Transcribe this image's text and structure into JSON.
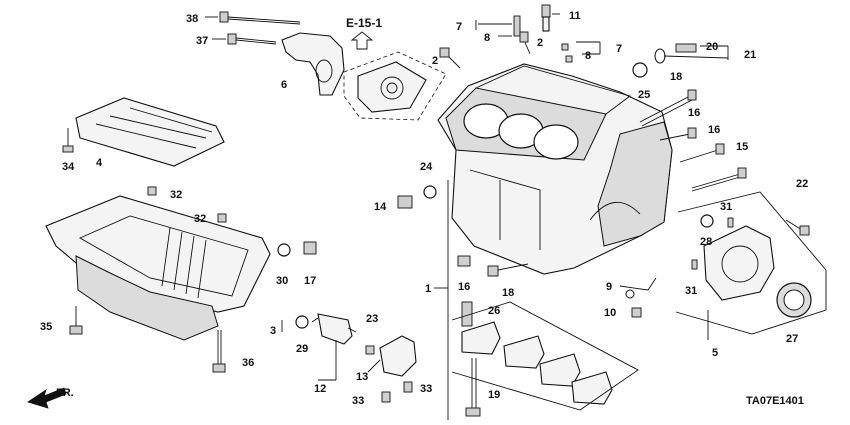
{
  "diagram": {
    "reference": "E-15-1",
    "direction_label": "FR.",
    "drawing_code": "TA07E1401",
    "part_numbers": {
      "p1": "1",
      "p2a": "2",
      "p2b": "2",
      "p3": "3",
      "p4": "4",
      "p5": "5",
      "p6": "6",
      "p7a": "7",
      "p7b": "7",
      "p8a": "8",
      "p8b": "8",
      "p9": "9",
      "p10": "10",
      "p11": "11",
      "p12": "12",
      "p13": "13",
      "p14": "14",
      "p15": "15",
      "p16a": "16",
      "p16b": "16",
      "p16c": "16",
      "p17": "17",
      "p18a": "18",
      "p18b": "18",
      "p19": "19",
      "p20": "20",
      "p21": "21",
      "p22": "22",
      "p23": "23",
      "p24": "24",
      "p25": "25",
      "p26": "26",
      "p27": "27",
      "p28": "28",
      "p29": "29",
      "p30": "30",
      "p31a": "31",
      "p31b": "31",
      "p32a": "32",
      "p32b": "32",
      "p33a": "33",
      "p33b": "33",
      "p34": "34",
      "p35": "35",
      "p36": "36",
      "p37": "37",
      "p38": "38"
    }
  }
}
